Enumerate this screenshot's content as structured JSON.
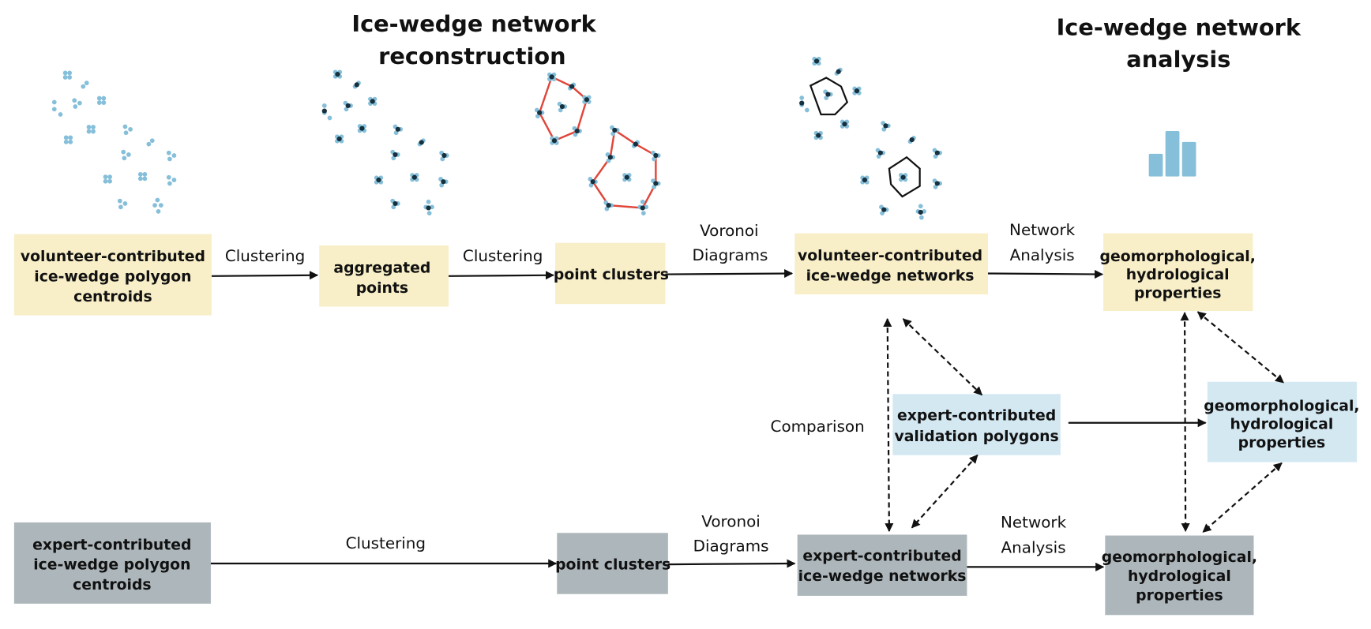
{
  "titles": {
    "reconstruction": [
      "Ice-wedge network",
      "reconstruction"
    ],
    "analysis": [
      "Ice-wedge network",
      "analysis"
    ]
  },
  "colors": {
    "volunteer_box": "#f8efc8",
    "validation_box": "#d4e8f2",
    "expert_box": "#adb7bb",
    "point_light": "#86bfd9",
    "point_dark": "#15303f",
    "polygon_red": "#e0463a",
    "bar": "#86bfd9"
  },
  "boxes": {
    "volunteer_centroids": [
      "volunteer-contributed",
      "ice-wedge polygon",
      "centroids"
    ],
    "aggregated_points": [
      "aggregated",
      "points"
    ],
    "volunteer_point_clusters": [
      "point clusters"
    ],
    "volunteer_networks": [
      "volunteer-contributed",
      "ice-wedge networks"
    ],
    "volunteer_properties": [
      "geomorphological,",
      "hydrological",
      "properties"
    ],
    "validation_polygons": [
      "expert-contributed",
      "validation polygons"
    ],
    "validation_properties": [
      "geomorphological,",
      "hydrological",
      "properties"
    ],
    "expert_centroids": [
      "expert-contributed",
      "ice-wedge polygon",
      "centroids"
    ],
    "expert_point_clusters": [
      "point clusters"
    ],
    "expert_networks": [
      "expert-contributed",
      "ice-wedge networks"
    ],
    "expert_properties": [
      "geomorphological,",
      "hydrological",
      "properties"
    ]
  },
  "edges": {
    "clustering_1": [
      "Clustering"
    ],
    "clustering_2": [
      "Clustering"
    ],
    "voronoi_top": [
      "Voronoi",
      "Diagrams"
    ],
    "network_top": [
      "Network",
      "Analysis"
    ],
    "comparison": [
      "Comparison"
    ],
    "clustering_bottom": [
      "Clustering"
    ],
    "voronoi_bottom": [
      "Voronoi",
      "Diagrams"
    ],
    "network_bottom": [
      "Network",
      "Analysis"
    ]
  },
  "icons": {
    "bar_chart_relative_heights": [
      0.5,
      1.0,
      0.76
    ]
  }
}
